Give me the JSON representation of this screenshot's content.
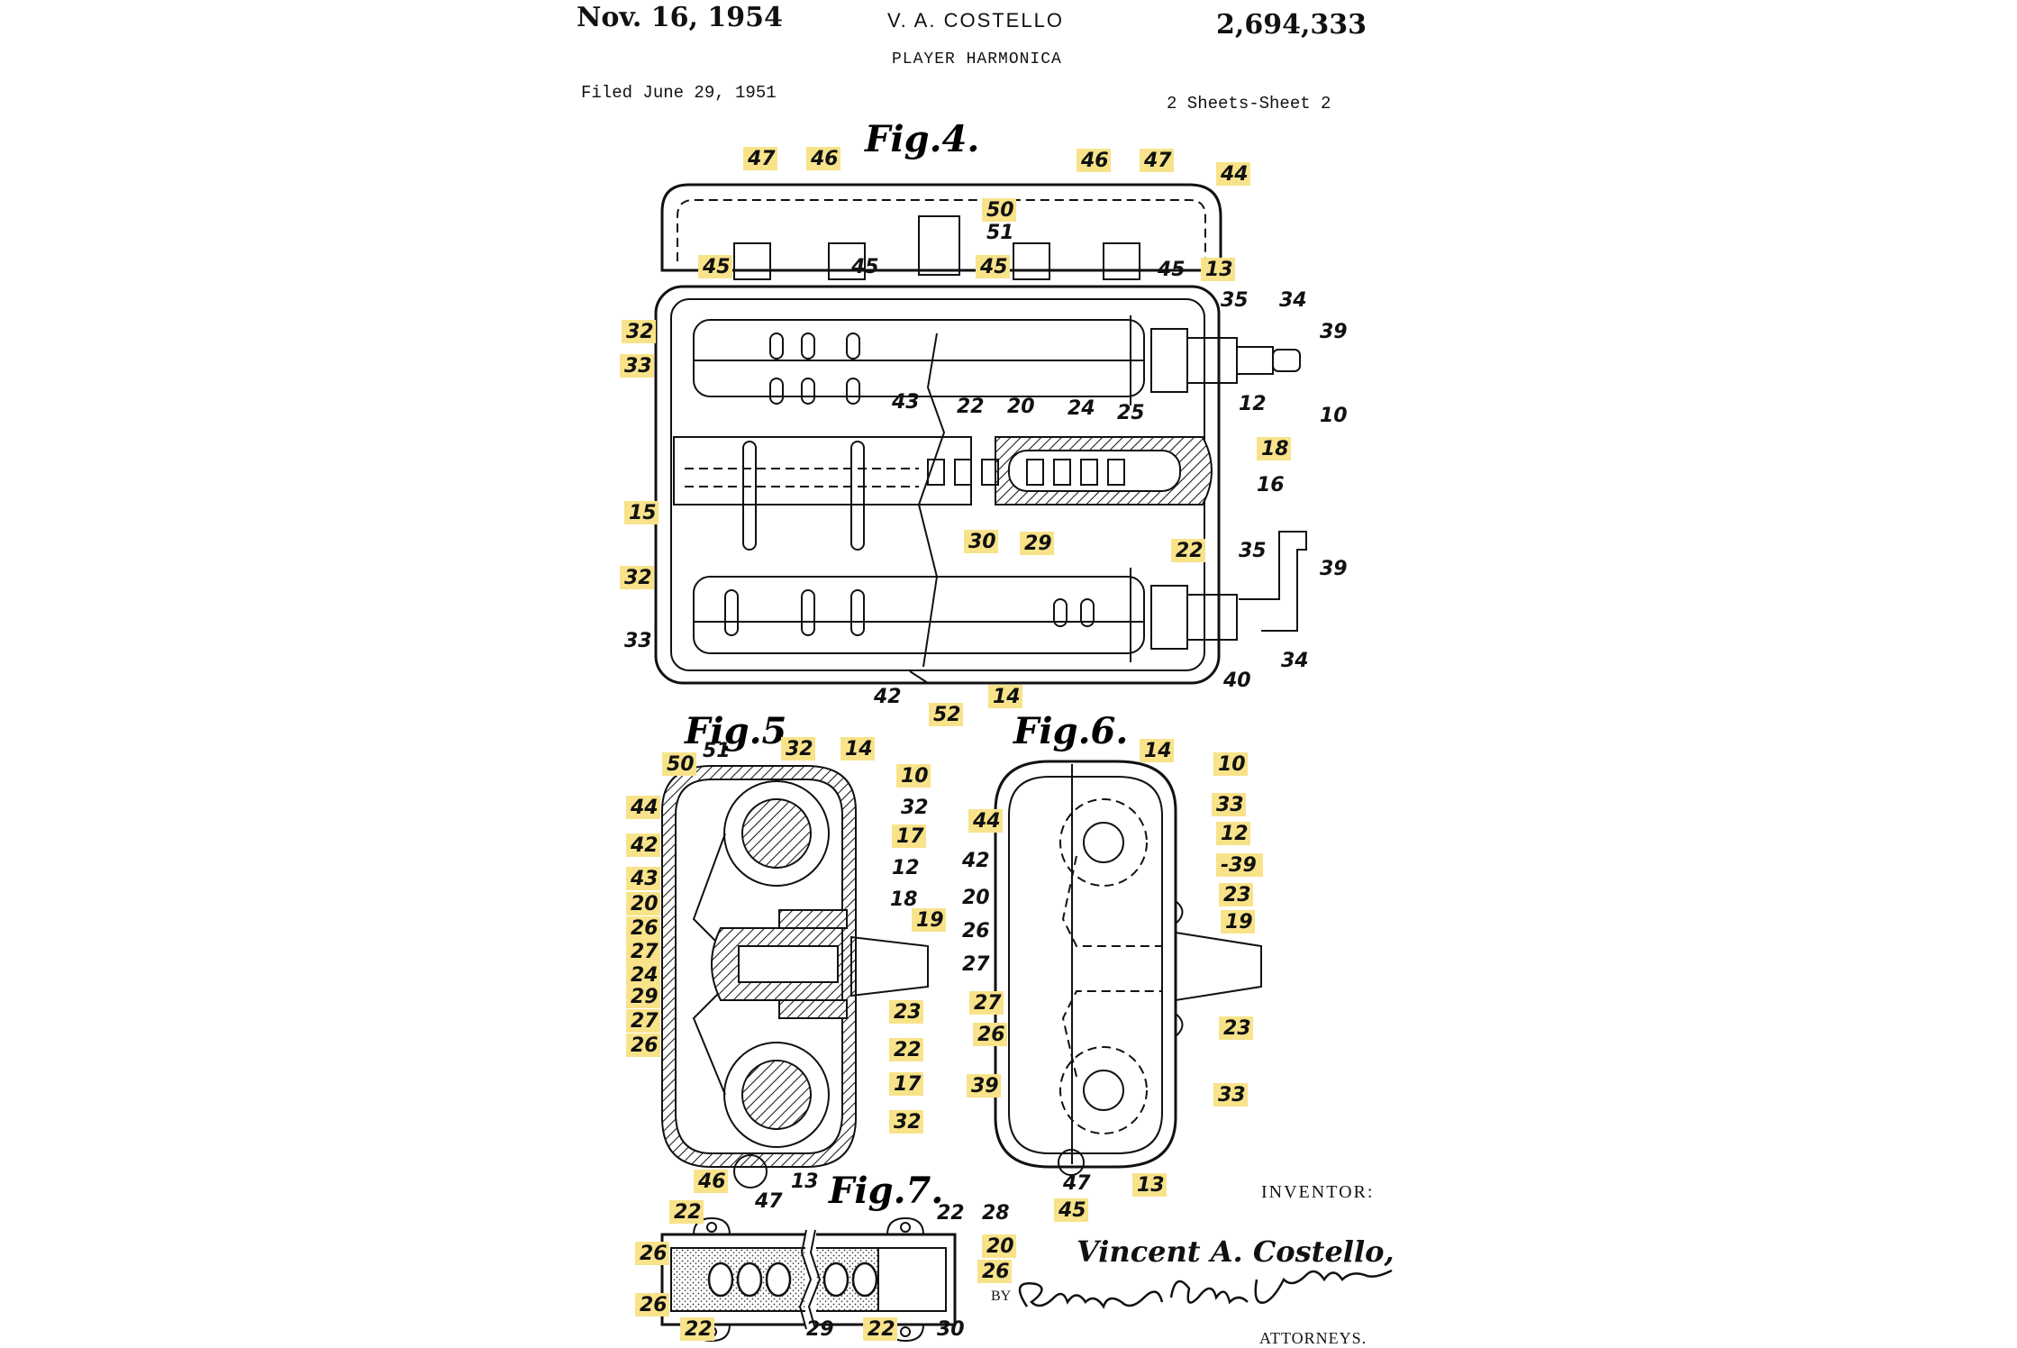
{
  "header": {
    "date": "Nov. 16, 1954",
    "inventor": "V. A. COSTELLO",
    "patent_number": "2,694,333",
    "title": "PLAYER HARMONICA",
    "filed": "Filed June 29, 1951",
    "sheets": "2 Sheets-Sheet 2"
  },
  "footer": {
    "inventor_label": "INVENTOR:",
    "signer": "Vincent A. Costello,",
    "by": "BY",
    "attorneys_signature": "Cushman, Darby & Cushman",
    "attorneys_label": "ATTORNEYS."
  },
  "colors": {
    "highlight": "#f8e38a",
    "ink": "#111111"
  },
  "figures": [
    {
      "id": "fig4",
      "label": "Fig.4."
    },
    {
      "id": "fig5",
      "label": "Fig.5."
    },
    {
      "id": "fig6",
      "label": "Fig.6."
    },
    {
      "id": "fig7",
      "label": "Fig.7."
    }
  ],
  "references": [
    {
      "figure": "fig4",
      "num": "47",
      "highlighted": true
    },
    {
      "figure": "fig4",
      "num": "46",
      "highlighted": true
    },
    {
      "figure": "fig4",
      "num": "46",
      "highlighted": true
    },
    {
      "figure": "fig4",
      "num": "47",
      "highlighted": true
    },
    {
      "figure": "fig4",
      "num": "44",
      "highlighted": true
    },
    {
      "figure": "fig4",
      "num": "50",
      "highlighted": true
    },
    {
      "figure": "fig4",
      "num": "51",
      "highlighted": false
    },
    {
      "figure": "fig4",
      "num": "45",
      "highlighted": true
    },
    {
      "figure": "fig4",
      "num": "45",
      "highlighted": false
    },
    {
      "figure": "fig4",
      "num": "45",
      "highlighted": true
    },
    {
      "figure": "fig4",
      "num": "45",
      "highlighted": false
    },
    {
      "figure": "fig4",
      "num": "13",
      "highlighted": true
    },
    {
      "figure": "fig4",
      "num": "35",
      "highlighted": false
    },
    {
      "figure": "fig4",
      "num": "34",
      "highlighted": false
    },
    {
      "figure": "fig4",
      "num": "39",
      "highlighted": false
    },
    {
      "figure": "fig4",
      "num": "32",
      "highlighted": true
    },
    {
      "figure": "fig4",
      "num": "33",
      "highlighted": true
    },
    {
      "figure": "fig4",
      "num": "43",
      "highlighted": false
    },
    {
      "figure": "fig4",
      "num": "22",
      "highlighted": false
    },
    {
      "figure": "fig4",
      "num": "20",
      "highlighted": false
    },
    {
      "figure": "fig4",
      "num": "24",
      "highlighted": false
    },
    {
      "figure": "fig4",
      "num": "25",
      "highlighted": false
    },
    {
      "figure": "fig4",
      "num": "12",
      "highlighted": false
    },
    {
      "figure": "fig4",
      "num": "10",
      "highlighted": false
    },
    {
      "figure": "fig4",
      "num": "18",
      "highlighted": true
    },
    {
      "figure": "fig4",
      "num": "16",
      "highlighted": false
    },
    {
      "figure": "fig4",
      "num": "15",
      "highlighted": true
    },
    {
      "figure": "fig4",
      "num": "30",
      "highlighted": true
    },
    {
      "figure": "fig4",
      "num": "29",
      "highlighted": true
    },
    {
      "figure": "fig4",
      "num": "22",
      "highlighted": true
    },
    {
      "figure": "fig4",
      "num": "35",
      "highlighted": false
    },
    {
      "figure": "fig4",
      "num": "39",
      "highlighted": false
    },
    {
      "figure": "fig4",
      "num": "32",
      "highlighted": true
    },
    {
      "figure": "fig4",
      "num": "33",
      "highlighted": false
    },
    {
      "figure": "fig4",
      "num": "34",
      "highlighted": false
    },
    {
      "figure": "fig4",
      "num": "40",
      "highlighted": false
    },
    {
      "figure": "fig4",
      "num": "42",
      "highlighted": false
    },
    {
      "figure": "fig4",
      "num": "52",
      "highlighted": true
    },
    {
      "figure": "fig4",
      "num": "14",
      "highlighted": true
    },
    {
      "figure": "fig5",
      "num": "51",
      "highlighted": false
    },
    {
      "figure": "fig5",
      "num": "32",
      "highlighted": true
    },
    {
      "figure": "fig5",
      "num": "14",
      "highlighted": true
    },
    {
      "figure": "fig5",
      "num": "50",
      "highlighted": true
    },
    {
      "figure": "fig5",
      "num": "10",
      "highlighted": true
    },
    {
      "figure": "fig5",
      "num": "44",
      "highlighted": true
    },
    {
      "figure": "fig5",
      "num": "32",
      "highlighted": false
    },
    {
      "figure": "fig5",
      "num": "42",
      "highlighted": true
    },
    {
      "figure": "fig5",
      "num": "17",
      "highlighted": true
    },
    {
      "figure": "fig5",
      "num": "43",
      "highlighted": true
    },
    {
      "figure": "fig5",
      "num": "12",
      "highlighted": false
    },
    {
      "figure": "fig5",
      "num": "20",
      "highlighted": true
    },
    {
      "figure": "fig5",
      "num": "18",
      "highlighted": false
    },
    {
      "figure": "fig5",
      "num": "26",
      "highlighted": true
    },
    {
      "figure": "fig5",
      "num": "19",
      "highlighted": true
    },
    {
      "figure": "fig5",
      "num": "27",
      "highlighted": true
    },
    {
      "figure": "fig5",
      "num": "24",
      "highlighted": true
    },
    {
      "figure": "fig5",
      "num": "29",
      "highlighted": true
    },
    {
      "figure": "fig5",
      "num": "23",
      "highlighted": true
    },
    {
      "figure": "fig5",
      "num": "27",
      "highlighted": true
    },
    {
      "figure": "fig5",
      "num": "26",
      "highlighted": true
    },
    {
      "figure": "fig5",
      "num": "22",
      "highlighted": true
    },
    {
      "figure": "fig5",
      "num": "17",
      "highlighted": true
    },
    {
      "figure": "fig5",
      "num": "32",
      "highlighted": true
    },
    {
      "figure": "fig5",
      "num": "46",
      "highlighted": true
    },
    {
      "figure": "fig5",
      "num": "13",
      "highlighted": false
    },
    {
      "figure": "fig5",
      "num": "47",
      "highlighted": false
    },
    {
      "figure": "fig6",
      "num": "14",
      "highlighted": true
    },
    {
      "figure": "fig6",
      "num": "10",
      "highlighted": true
    },
    {
      "figure": "fig6",
      "num": "44",
      "highlighted": true
    },
    {
      "figure": "fig6",
      "num": "33",
      "highlighted": true
    },
    {
      "figure": "fig6",
      "num": "12",
      "highlighted": true
    },
    {
      "figure": "fig6",
      "num": "42",
      "highlighted": false
    },
    {
      "figure": "fig6",
      "num": "-39",
      "highlighted": true
    },
    {
      "figure": "fig6",
      "num": "20",
      "highlighted": false
    },
    {
      "figure": "fig6",
      "num": "23",
      "highlighted": true
    },
    {
      "figure": "fig6",
      "num": "19",
      "highlighted": true
    },
    {
      "figure": "fig6",
      "num": "26",
      "highlighted": false
    },
    {
      "figure": "fig6",
      "num": "27",
      "highlighted": false
    },
    {
      "figure": "fig6",
      "num": "27",
      "highlighted": true
    },
    {
      "figure": "fig6",
      "num": "23",
      "highlighted": true
    },
    {
      "figure": "fig6",
      "num": "26",
      "highlighted": true
    },
    {
      "figure": "fig6",
      "num": "39",
      "highlighted": true
    },
    {
      "figure": "fig6",
      "num": "33",
      "highlighted": true
    },
    {
      "figure": "fig6",
      "num": "47",
      "highlighted": false
    },
    {
      "figure": "fig6",
      "num": "13",
      "highlighted": true
    },
    {
      "figure": "fig6",
      "num": "45",
      "highlighted": true
    },
    {
      "figure": "fig7",
      "num": "22",
      "highlighted": true
    },
    {
      "figure": "fig7",
      "num": "22",
      "highlighted": false
    },
    {
      "figure": "fig7",
      "num": "28",
      "highlighted": false
    },
    {
      "figure": "fig7",
      "num": "26",
      "highlighted": true
    },
    {
      "figure": "fig7",
      "num": "20",
      "highlighted": true
    },
    {
      "figure": "fig7",
      "num": "26",
      "highlighted": true
    },
    {
      "figure": "fig7",
      "num": "26",
      "highlighted": true
    },
    {
      "figure": "fig7",
      "num": "22",
      "highlighted": true
    },
    {
      "figure": "fig7",
      "num": "30",
      "highlighted": false
    },
    {
      "figure": "fig7",
      "num": "29",
      "highlighted": false
    },
    {
      "figure": "fig7",
      "num": "22",
      "highlighted": true
    }
  ]
}
